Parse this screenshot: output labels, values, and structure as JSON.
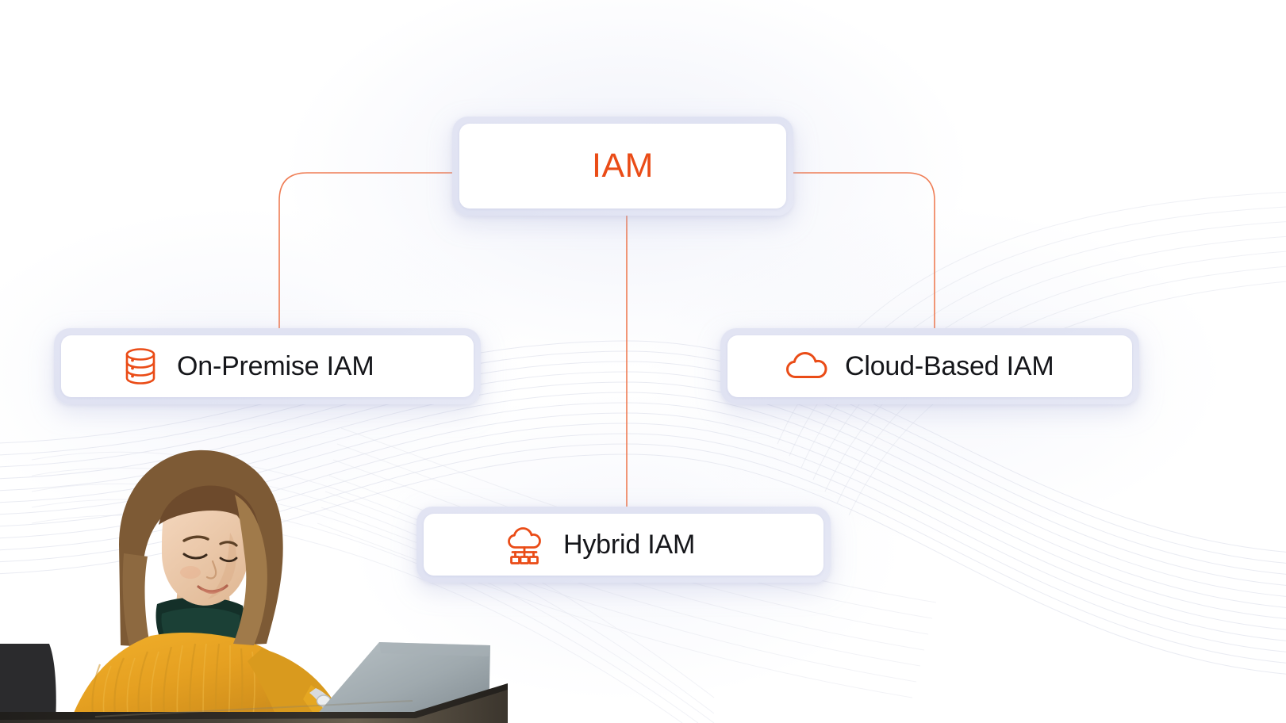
{
  "diagram": {
    "type": "hierarchy",
    "root": {
      "id": "iam",
      "label": "IAM",
      "icon": null
    },
    "children": [
      {
        "id": "on-premise",
        "label": "On-Premise IAM",
        "icon": "database-icon"
      },
      {
        "id": "cloud-based",
        "label": "Cloud-Based IAM",
        "icon": "cloud-icon"
      },
      {
        "id": "hybrid",
        "label": "Hybrid IAM",
        "icon": "hybrid-cloud-network-icon"
      }
    ],
    "edges": [
      {
        "from": "iam",
        "to": "on-premise"
      },
      {
        "from": "iam",
        "to": "hybrid"
      },
      {
        "from": "iam",
        "to": "cloud-based"
      }
    ]
  },
  "photo": {
    "alt": "Woman in yellow cable-knit sweater typing on a silver laptop at a dark desk"
  },
  "colors": {
    "accent_orange": "#ea4c17",
    "connector_orange": "#ef7d55",
    "card_frame": "#e1e4f3",
    "card_face": "#ffffff",
    "label_text": "#15161a",
    "background": "#ffffff",
    "wave_line": "#d8dbe8"
  }
}
